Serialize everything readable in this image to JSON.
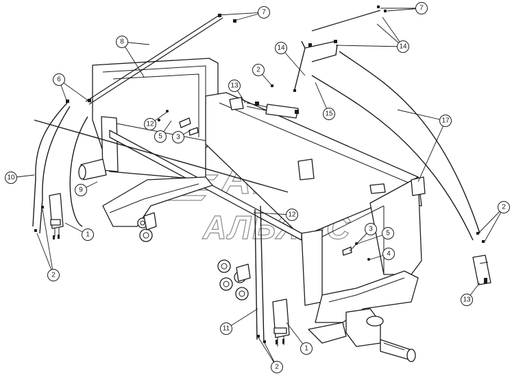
{
  "diagram": {
    "watermark": {
      "line1": "АВТО",
      "line2": "АЛЬЯНС"
    },
    "callouts": [
      {
        "id": "c7a",
        "label": "7"
      },
      {
        "id": "c7b",
        "label": "7"
      },
      {
        "id": "c8",
        "label": "8"
      },
      {
        "id": "c14a",
        "label": "14"
      },
      {
        "id": "c14b",
        "label": "14"
      },
      {
        "id": "c2a",
        "label": "2"
      },
      {
        "id": "c13a",
        "label": "13"
      },
      {
        "id": "c6",
        "label": "6"
      },
      {
        "id": "c12a",
        "label": "12"
      },
      {
        "id": "c5a",
        "label": "5"
      },
      {
        "id": "c3a",
        "label": "3"
      },
      {
        "id": "c15",
        "label": "15"
      },
      {
        "id": "c17",
        "label": "17"
      },
      {
        "id": "c10",
        "label": "10"
      },
      {
        "id": "c9",
        "label": "9"
      },
      {
        "id": "c1a",
        "label": "1"
      },
      {
        "id": "c2b",
        "label": "2"
      },
      {
        "id": "c12b",
        "label": "12"
      },
      {
        "id": "c3b",
        "label": "3"
      },
      {
        "id": "c5b",
        "label": "5"
      },
      {
        "id": "c4",
        "label": "4"
      },
      {
        "id": "c2c",
        "label": "2"
      },
      {
        "id": "c13b",
        "label": "13"
      },
      {
        "id": "c11",
        "label": "11"
      },
      {
        "id": "c1b",
        "label": "1"
      },
      {
        "id": "c2d",
        "label": "2"
      }
    ]
  }
}
